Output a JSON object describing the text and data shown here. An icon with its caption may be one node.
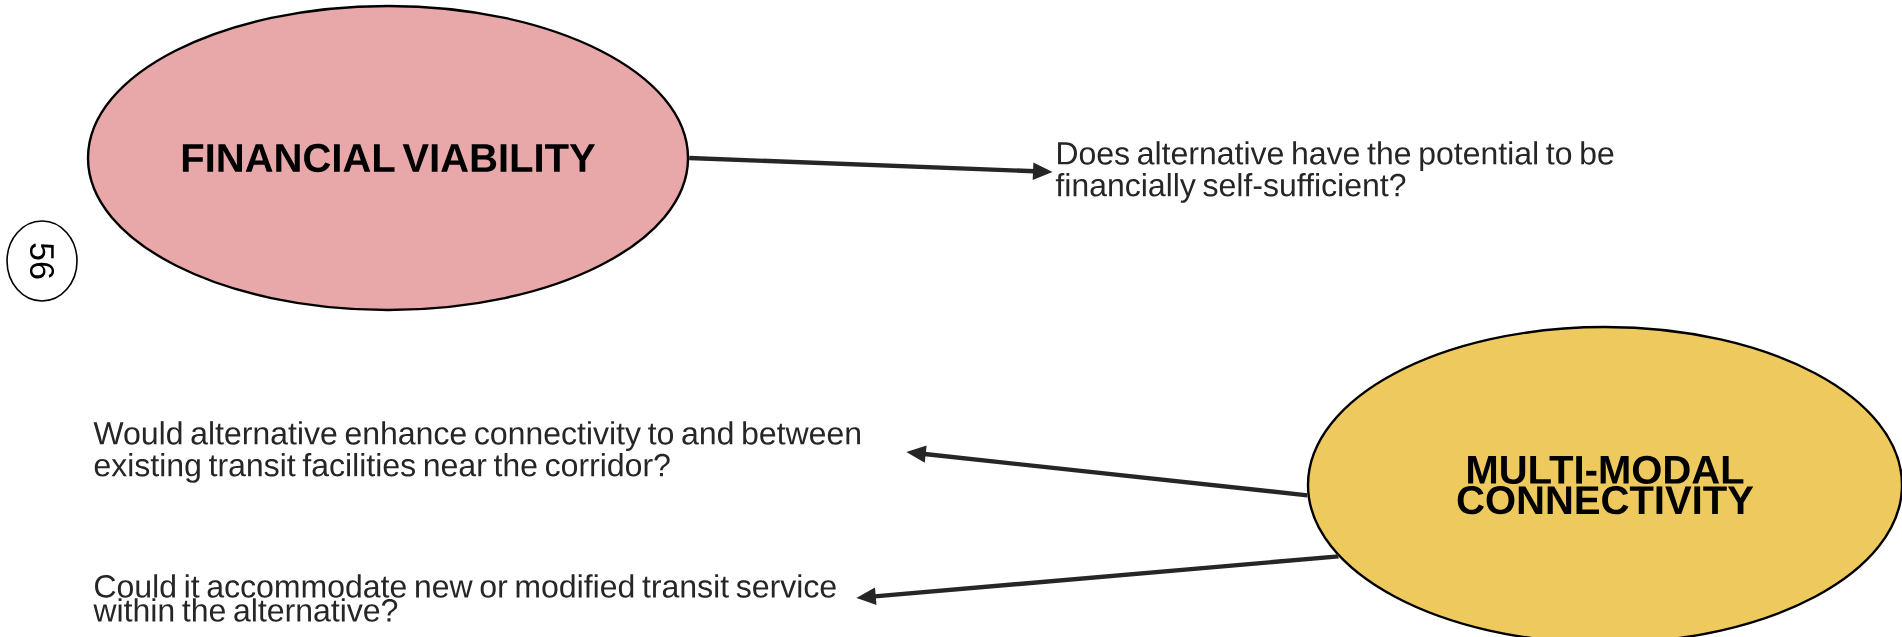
{
  "diagram": {
    "nodes": [
      {
        "text": [
          "FINANCIAL VIABILITY"
        ]
      },
      {
        "text": [
          "Does alternative have the potential to be financially self-sufficient?"
        ]
      },
      {
        "text": [
          "56"
        ]
      },
      {
        "text": [
          "Would alternative enhance connectivity to and between existing transit facilities near the corridor?"
        ]
      },
      {
        "text": [
          "Could it accommodate new or modified transit service within the alternative?"
        ]
      },
      {
        "text": [
          "MULTI-MODAL CONNECTIVITY"
        ]
      }
    ],
    "edges": [
      {
        "from": 0,
        "to": 1,
        "arrow": "to"
      },
      {
        "from": 5,
        "to": 3,
        "arrow": "to"
      },
      {
        "from": 5,
        "to": 4,
        "arrow": "to"
      }
    ]
  }
}
